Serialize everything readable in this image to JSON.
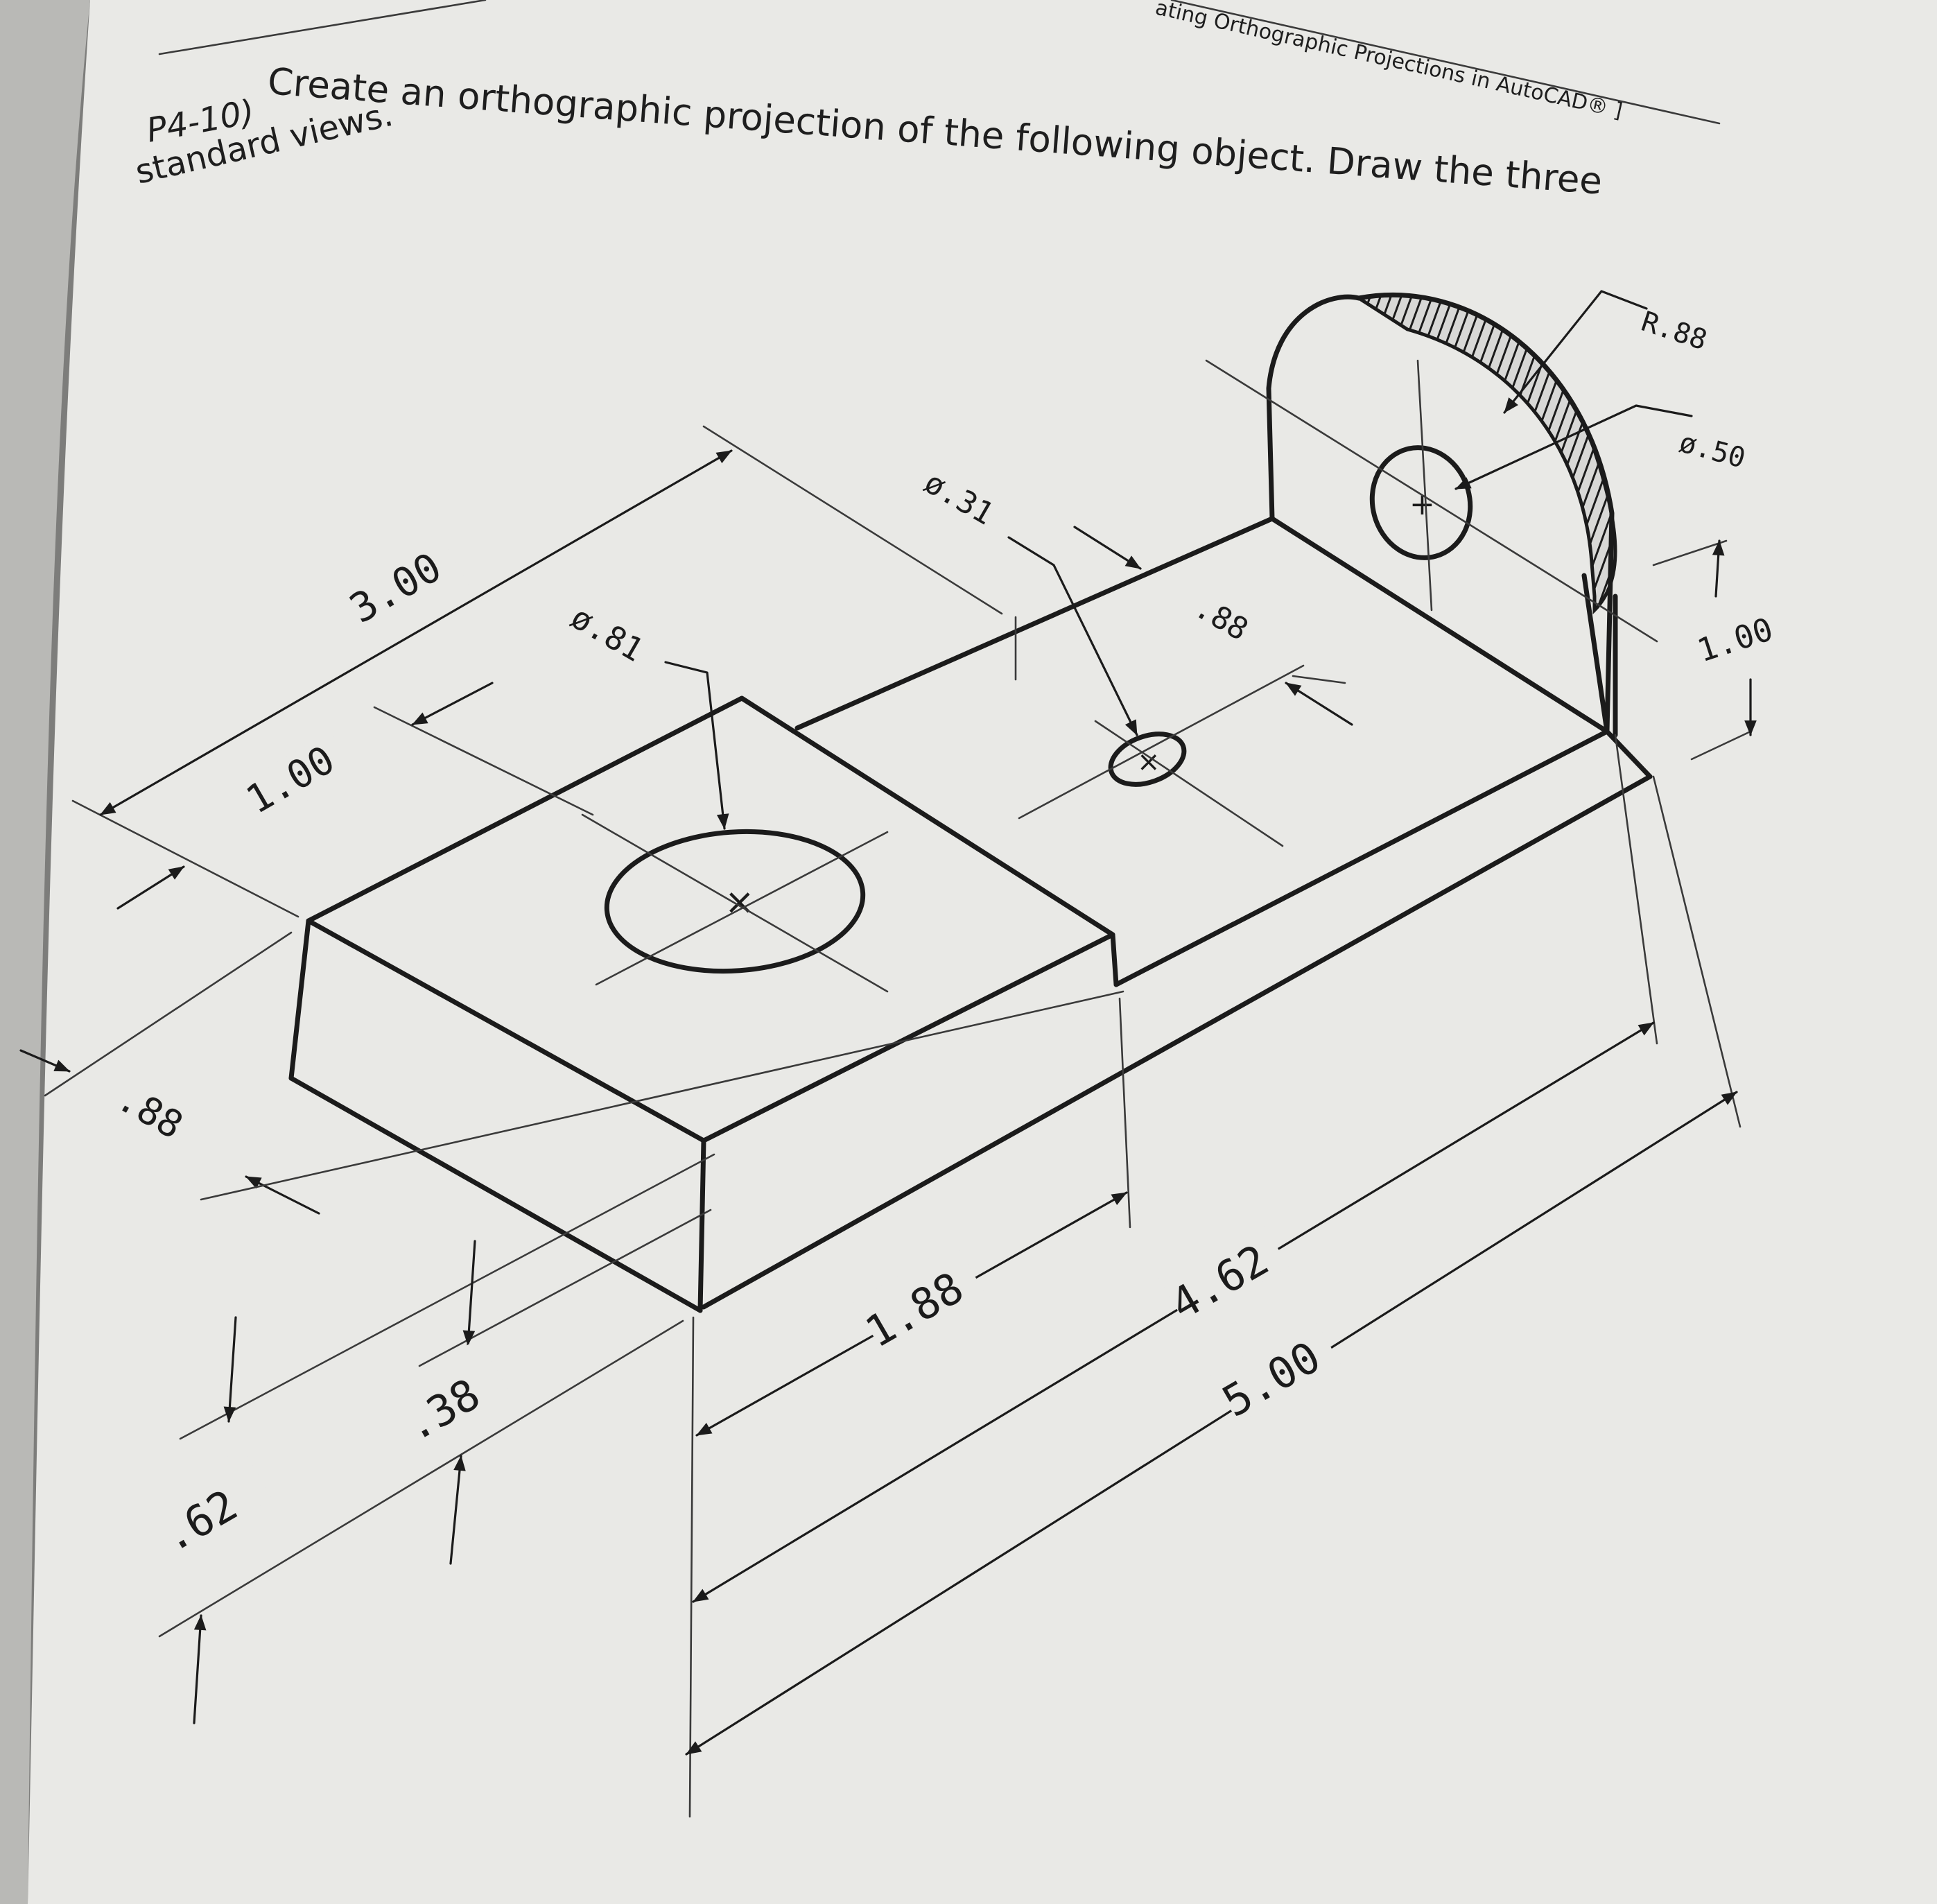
{
  "page": {
    "running_header": "ating Orthographic Projections in AutoCAD® ]",
    "problem_number": "P4-10)",
    "instruction_line1": "Create an orthographic projection of the following object.  Draw the three",
    "instruction_line2": "standard views."
  },
  "dimensions": {
    "overall_length": "3.00",
    "block_depth": "1.00",
    "left_depth": ".88",
    "block_hole_diameter": "ø.81",
    "small_hole_diameter": "ø.31",
    "small_hole_offset": ".88",
    "arc_radius": "R.88",
    "upright_hole_diameter": "ø.50",
    "upright_hole_height": "1.00",
    "block_height": ".62",
    "base_thickness": ".38",
    "block_width": "1.88",
    "upright_position": "4.62",
    "overall_width": "5.00"
  },
  "colors": {
    "paper": "#e9e9e6",
    "ink": "#1b1b1b",
    "background": "#8e8e8c"
  }
}
